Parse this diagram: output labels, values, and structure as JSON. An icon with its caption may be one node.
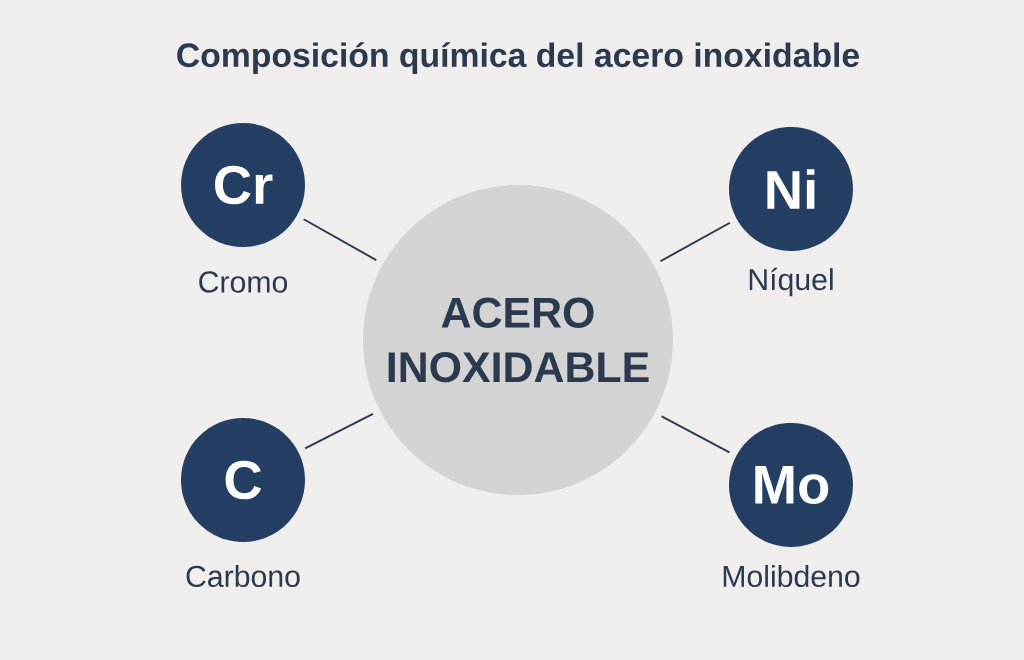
{
  "diagram": {
    "title": "Composición química del acero inoxidable",
    "nodes": [
      {
        "text": [
          "ACERO INOXIDABLE"
        ]
      },
      {
        "text": [
          "Cr"
        ],
        "beside": [
          "Cromo"
        ]
      },
      {
        "text": [
          "Ni"
        ],
        "beside": [
          "Níquel"
        ]
      },
      {
        "text": [
          "C"
        ],
        "beside": [
          "Carbono"
        ]
      },
      {
        "text": [
          "Mo"
        ],
        "beside": [
          "Molibdeno"
        ]
      }
    ],
    "edges": [
      {
        "from": 0,
        "to": 1,
        "arrow": "none"
      },
      {
        "from": 0,
        "to": 2,
        "arrow": "none"
      },
      {
        "from": 0,
        "to": 3,
        "arrow": "none"
      },
      {
        "from": 0,
        "to": 4,
        "arrow": "none"
      }
    ]
  }
}
